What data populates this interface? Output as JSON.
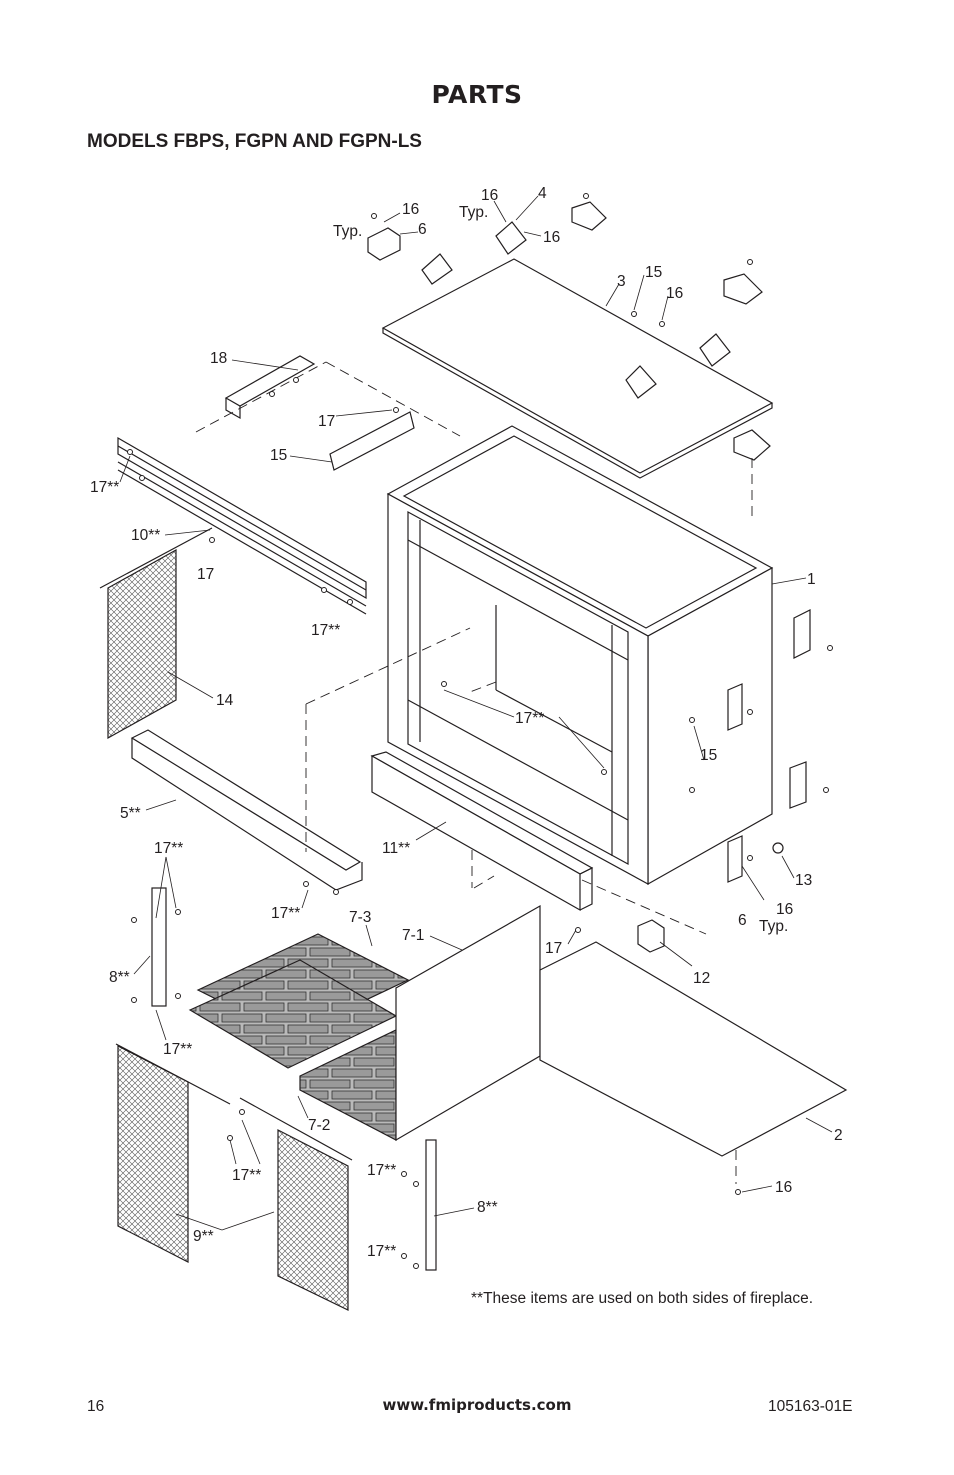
{
  "header": {
    "title": "PARTS",
    "subtitle": "MODELS FBPS, FGPN AND FGPN-LS"
  },
  "diagram": {
    "callouts": [
      {
        "label": "16"
      },
      {
        "label": "Typ."
      },
      {
        "label": "6"
      },
      {
        "label": "16"
      },
      {
        "label": "4"
      },
      {
        "label": "Typ."
      },
      {
        "label": "16"
      },
      {
        "label": "3"
      },
      {
        "label": "15"
      },
      {
        "label": "16"
      },
      {
        "label": "18"
      },
      {
        "label": "17"
      },
      {
        "label": "15"
      },
      {
        "label": "17**"
      },
      {
        "label": "10**"
      },
      {
        "label": "17"
      },
      {
        "label": "17**"
      },
      {
        "label": "1"
      },
      {
        "label": "14"
      },
      {
        "label": "17**"
      },
      {
        "label": "15"
      },
      {
        "label": "5**"
      },
      {
        "label": "11**"
      },
      {
        "label": "17**"
      },
      {
        "label": "13"
      },
      {
        "label": "16"
      },
      {
        "label": "6"
      },
      {
        "label": "Typ."
      },
      {
        "label": "17**"
      },
      {
        "label": "7-3"
      },
      {
        "label": "7-1"
      },
      {
        "label": "17"
      },
      {
        "label": "12"
      },
      {
        "label": "8**"
      },
      {
        "label": "17**"
      },
      {
        "label": "7-2"
      },
      {
        "label": "2"
      },
      {
        "label": "17**"
      },
      {
        "label": "17**"
      },
      {
        "label": "16"
      },
      {
        "label": "8**"
      },
      {
        "label": "9**"
      },
      {
        "label": "17**"
      }
    ]
  },
  "footnote": "**These items are used on both sides of fireplace.",
  "footer": {
    "page_number": "16",
    "website": "www.fmiproducts.com",
    "doc_number": "105163-01E"
  }
}
